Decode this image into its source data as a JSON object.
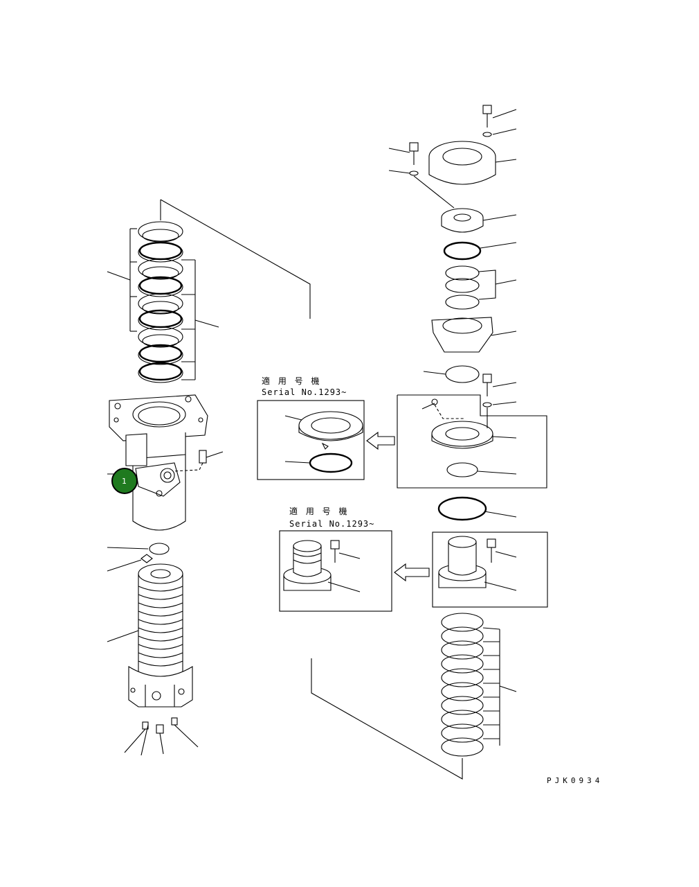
{
  "diagram": {
    "drawing_code": "PJK0934",
    "inset_upper": {
      "applicable_label": "適 用 号 機",
      "serial_label": "Serial No.1293~"
    },
    "inset_lower": {
      "applicable_label": "適 用 号 機",
      "serial_label": "Serial No.1293~"
    },
    "callout_marker": {
      "number": "1",
      "color": "#1f7a1f"
    }
  }
}
